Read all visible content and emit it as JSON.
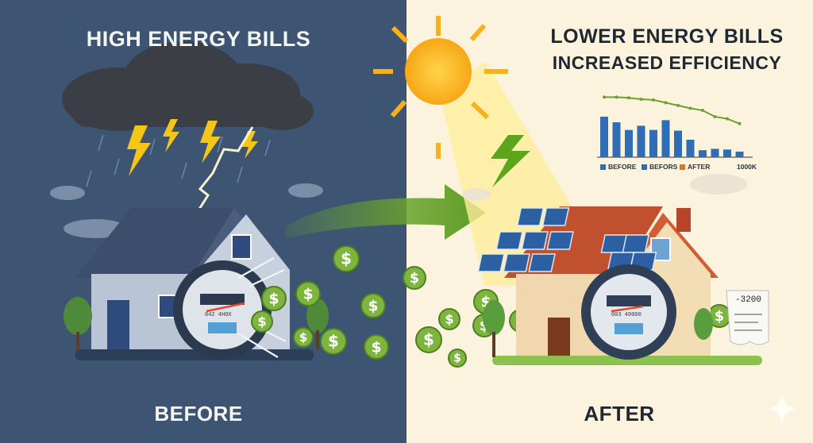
{
  "left": {
    "heading": "HIGH ENERGY BILLS",
    "label": "BEFORE",
    "meter_text": "042   4H0X"
  },
  "right": {
    "heading_line1": "LOWER ENERGY BILLS",
    "heading_line2": "INCREASED EFFICIENCY",
    "label": "AFTER",
    "bill_amount": "-3200",
    "meter_text": "003   40000"
  },
  "colors": {
    "left_bg": "#3d5573",
    "right_bg": "#fbf3dd",
    "arrow": "#6aa32c",
    "coin": "#7eb53e",
    "chart_bar": "#2f6db5",
    "chart_bar_after": "#d9772b",
    "chart_line": "#6aa32c"
  },
  "chart_data": {
    "type": "bar",
    "title": "",
    "xlabel": "",
    "ylabel": "",
    "categories": [
      "",
      "",
      "",
      "",
      "",
      "",
      "",
      "",
      "",
      "",
      "",
      ""
    ],
    "series": [
      {
        "name": "BEFORE",
        "values": [
          58,
          50,
          39,
          45,
          39,
          53,
          38,
          25,
          10,
          12,
          11,
          8
        ]
      }
    ],
    "line_values": [
      86,
      86,
      85,
      83,
      82,
      78,
      74,
      70,
      67,
      58,
      55,
      48
    ],
    "legend": [
      "BEFORE",
      "BEFORS",
      "AFTER",
      "1000K"
    ],
    "ylim": [
      0,
      100
    ]
  }
}
